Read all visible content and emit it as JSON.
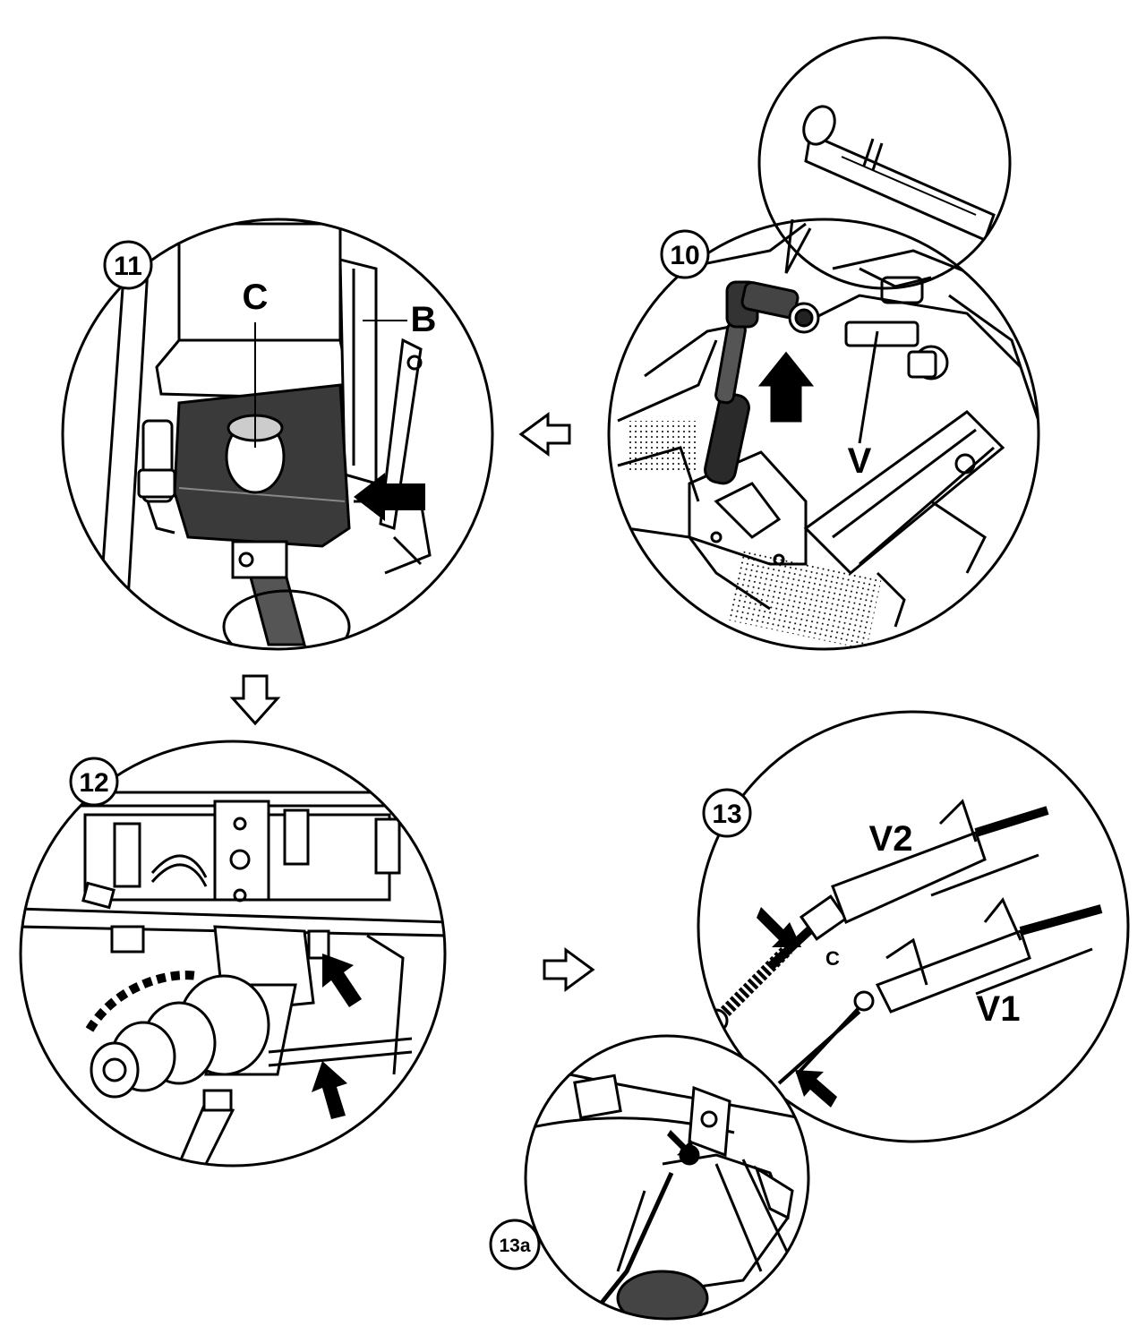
{
  "steps": {
    "step10": {
      "number": "10",
      "labels": {
        "v": "V"
      }
    },
    "step11": {
      "number": "11",
      "labels": {
        "c": "C",
        "b": "B"
      }
    },
    "step12": {
      "number": "12"
    },
    "step13": {
      "number": "13",
      "labels": {
        "v2": "V2",
        "v1": "V1",
        "c": "C"
      }
    },
    "step13a": {
      "number": "13a"
    }
  },
  "colors": {
    "ink": "#000000",
    "paper": "#ffffff",
    "shade": "#3a3a3a"
  }
}
